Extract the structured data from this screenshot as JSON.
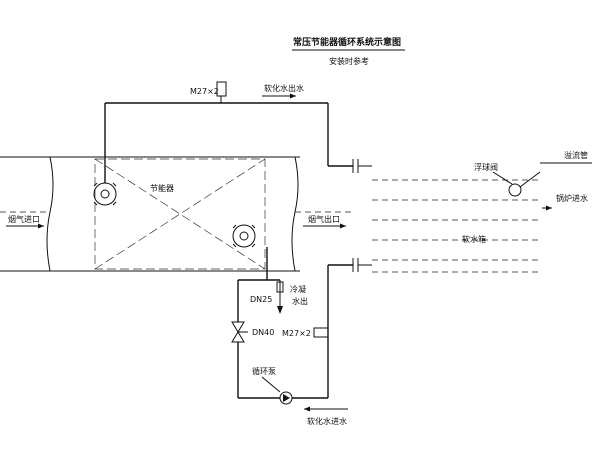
{
  "title": {
    "line1": "常压节能器循环系统示意图",
    "line2": "安装时参考"
  },
  "labels": {
    "gauge_top": "M27×2",
    "softened_water_out": "软化水出水",
    "economizer": "节能器",
    "flue_gas_inlet": "烟气进口",
    "flue_gas_outlet": "烟气出口",
    "float_valve": "浮球阀",
    "overflow_pipe": "溢流管",
    "boiler_feed": "锅炉进水",
    "softened_tank": "软水箱",
    "dn25": "DN25",
    "condensate_1": "冷凝",
    "condensate_2": "水出",
    "dn40": "DN40",
    "gauge_bottom": "M27×2",
    "circulation_pump": "循环泵",
    "softened_water_in": "软化水进水"
  }
}
